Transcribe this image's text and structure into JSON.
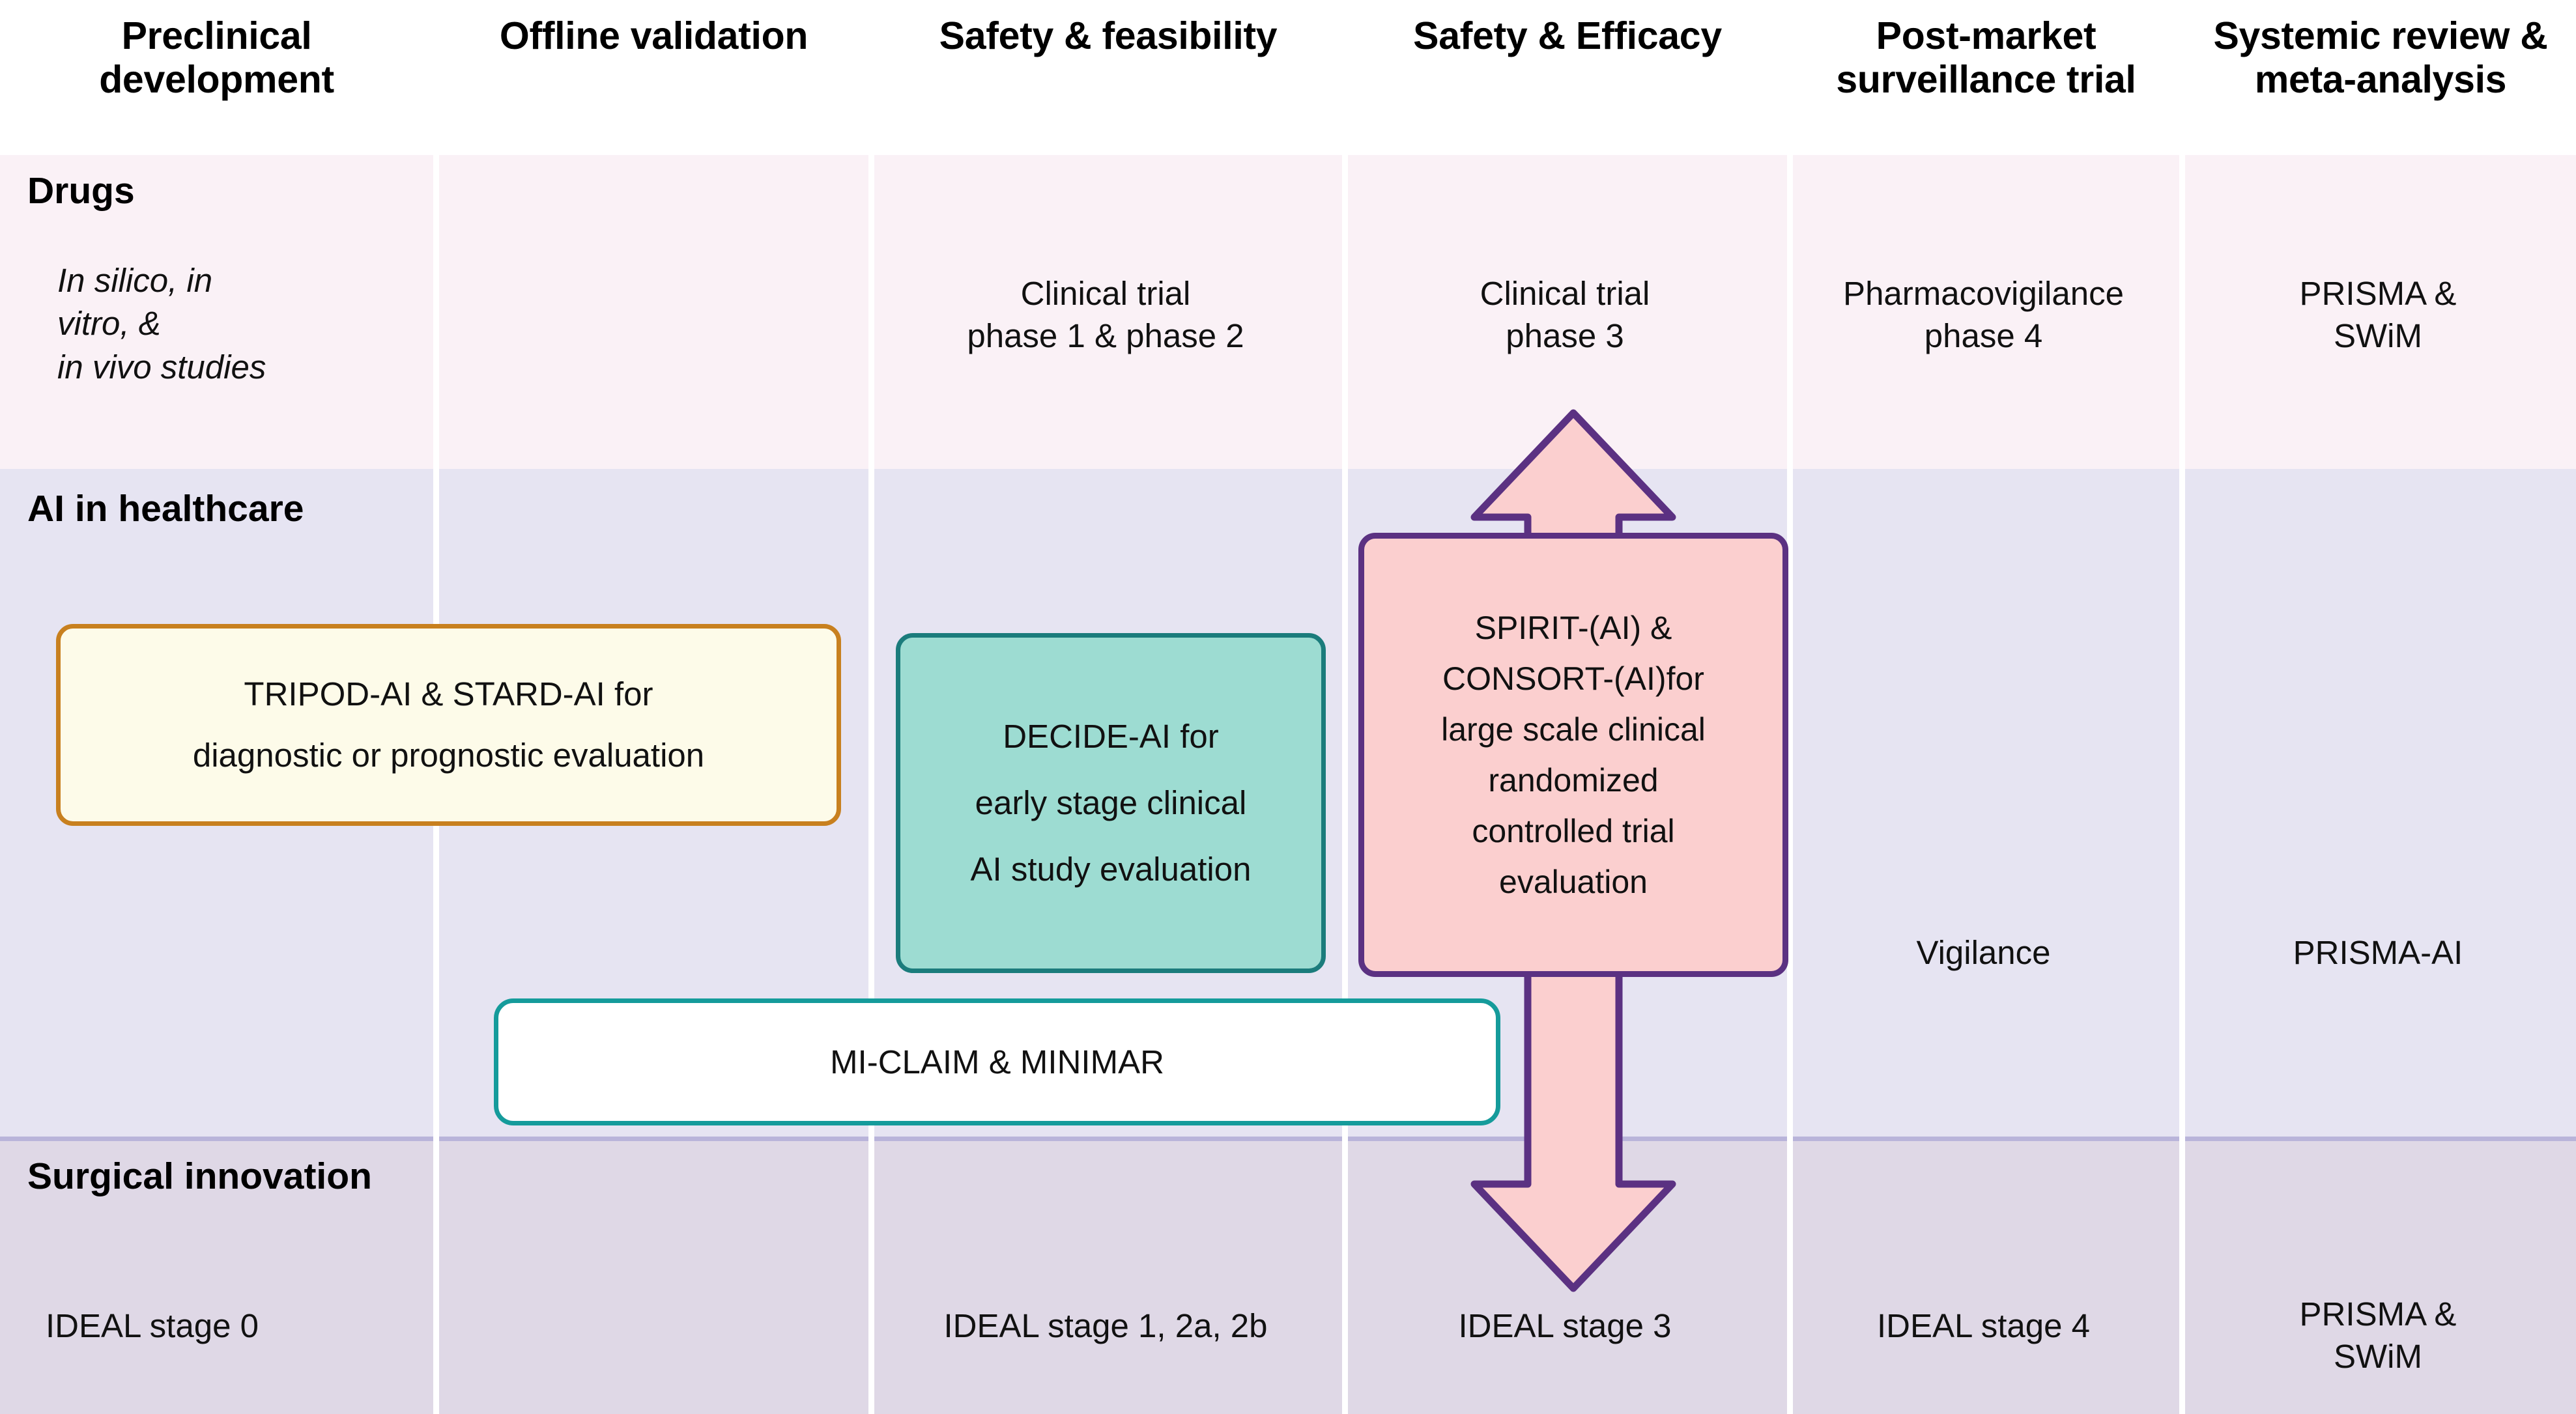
{
  "columns": [
    {
      "id": "preclinical-development",
      "label": "Preclinical\ndevelopment"
    },
    {
      "id": "offline-validation",
      "label": "Offline\nvalidation"
    },
    {
      "id": "safety-feasibility",
      "label": "Safety &\nfeasibility"
    },
    {
      "id": "safety-efficacy",
      "label": "Safety &\nEfficacy"
    },
    {
      "id": "post-market-surveillance-trial",
      "label": "Post-market\nsurveillance trial"
    },
    {
      "id": "systemic-review-meta-analysis",
      "label": "Systemic review\n& meta-analysis"
    }
  ],
  "rows": {
    "drugs": {
      "label": "Drugs",
      "cells": {
        "preclinical": "In silico, in\nvitro, &\nin vivo studies",
        "offline": "",
        "feasibility": "Clinical trial\nphase 1 & phase 2",
        "efficacy": "Clinical trial\nphase 3",
        "postmarket": "Pharmacovigilance\nphase 4",
        "review": "PRISMA &\nSWiM"
      }
    },
    "ai": {
      "label": "AI in healthcare",
      "boxes": {
        "tripod": "TRIPOD-AI & STARD-AI for\ndiagnostic or prognostic evaluation",
        "decide": "DECIDE-AI for\nearly stage clinical\nAI study evaluation",
        "spirit": "SPIRIT-(AI) &\nCONSORT-(AI)for\nlarge scale clinical\nrandomized\ncontrolled trial\nevaluation",
        "miclaim": "MI-CLAIM & MINIMAR"
      },
      "cells": {
        "postmarket": "Vigilance",
        "review": "PRISMA-AI"
      }
    },
    "surgical": {
      "label": "Surgical innovation",
      "cells": {
        "preclinical": "IDEAL stage 0",
        "offline": "",
        "feasibility": "IDEAL stage 1, 2a, 2b",
        "efficacy": "IDEAL stage 3",
        "postmarket": "IDEAL stage 4",
        "review": "PRISMA &\nSWiM"
      }
    }
  },
  "colors": {
    "row_drugs_bg": "#faf1f6",
    "row_ai_bg": "#e6e4f2",
    "row_surgical_bg": "#dfd8e6",
    "tripod_border": "#c8801f",
    "tripod_fill": "#fdfbe9",
    "decide_border": "#1b7c7c",
    "decide_fill": "#9ddcd2",
    "spirit_border": "#5b3182",
    "spirit_fill": "#fbcfcf",
    "miclaim_border": "#159b9b",
    "miclaim_fill": "#ffffff",
    "arrow_fill": "#fbcfcf",
    "arrow_border": "#5b3182"
  }
}
